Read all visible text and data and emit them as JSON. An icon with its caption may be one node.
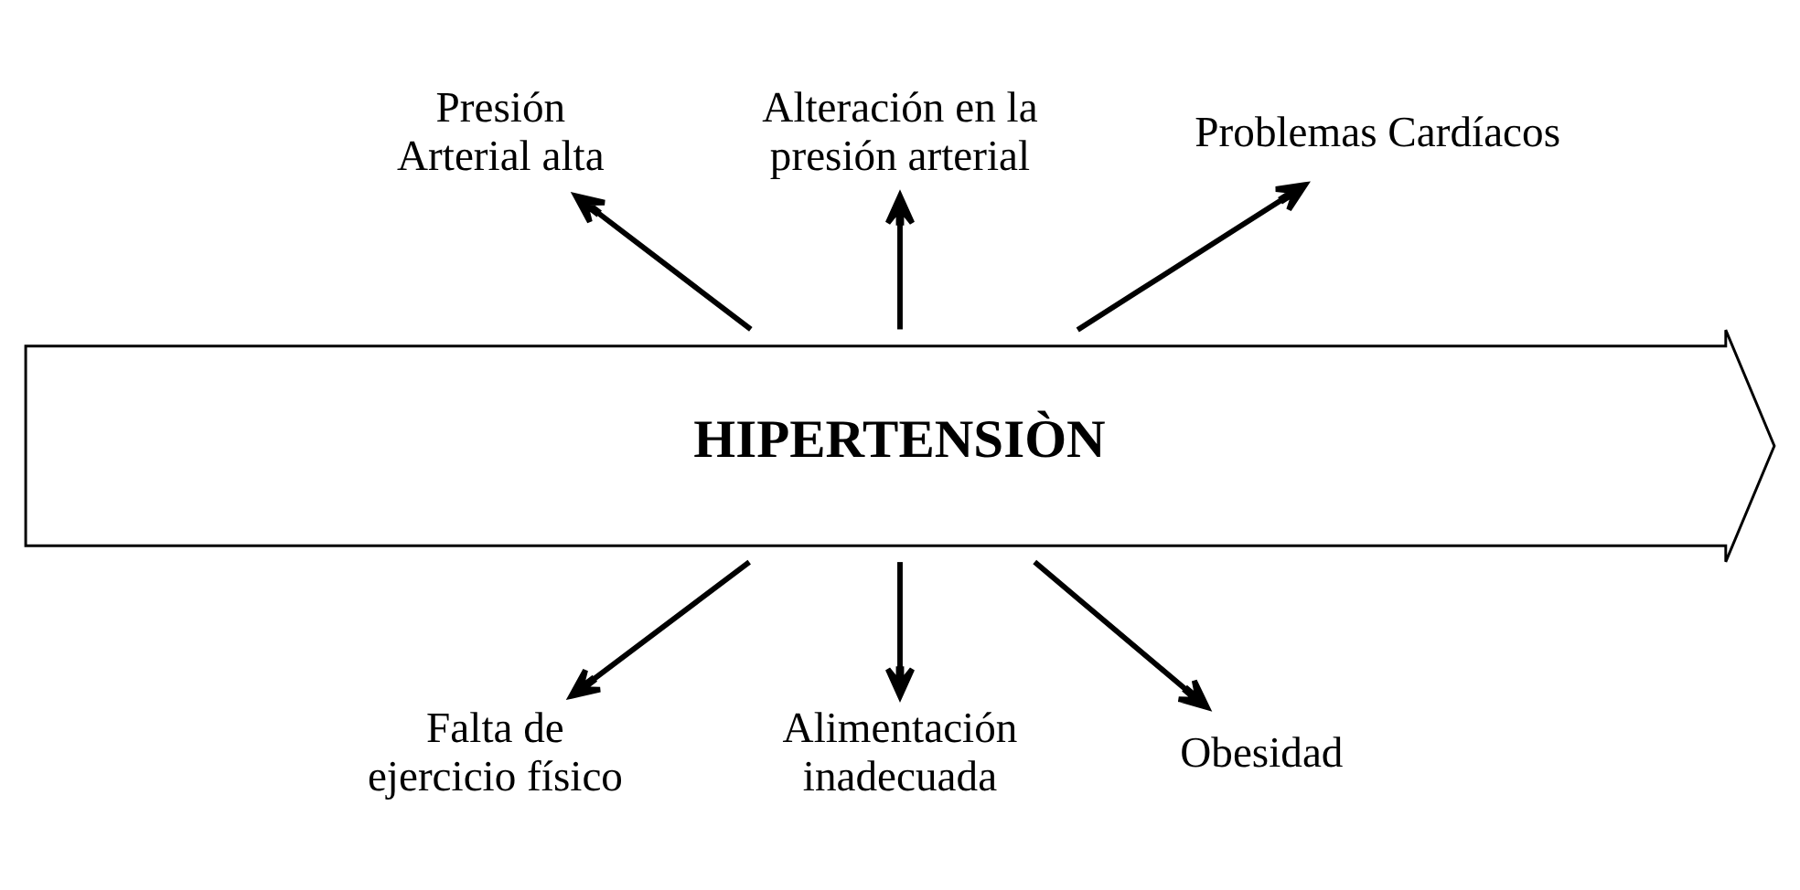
{
  "diagram": {
    "nodes": [
      {
        "text": [
          "Presión Arterial alta"
        ]
      },
      {
        "text": [
          "Alteración en la presión arterial"
        ]
      },
      {
        "text": [
          "Problemas Cardíacos"
        ]
      },
      {
        "text": [
          "HIPERTENSIÒN"
        ]
      },
      {
        "text": [
          "Falta de ejercicio físico"
        ]
      },
      {
        "text": [
          "Alimentación inadecuada"
        ]
      },
      {
        "text": [
          "Obesidad"
        ]
      }
    ],
    "edges": [
      {
        "from": 3,
        "to": 0,
        "arrow": "to"
      },
      {
        "from": 3,
        "to": 1,
        "arrow": "to"
      },
      {
        "from": 3,
        "to": 2,
        "arrow": "to"
      },
      {
        "from": 3,
        "to": 4,
        "arrow": "to"
      },
      {
        "from": 3,
        "to": 5,
        "arrow": "to"
      },
      {
        "from": 3,
        "to": 6,
        "arrow": "to"
      }
    ]
  }
}
